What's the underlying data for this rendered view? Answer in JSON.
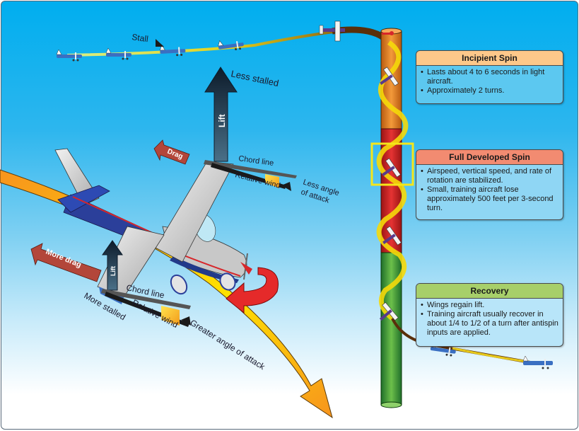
{
  "diagram": {
    "title": "Spin phases and wing stall asymmetry",
    "labels": {
      "stall": "Stall",
      "less_stalled": "Less stalled",
      "lift_upper": "Lift",
      "drag": "Drag",
      "chord_line_upper": "Chord line",
      "relative_wind_upper": "Relative wind",
      "less_angle_line1": "Less angle",
      "less_angle_line2": "of attack",
      "more_drag": "More drag",
      "lift_lower": "Lift",
      "chord_line_lower": "Chord line",
      "more_stalled": "More stalled",
      "relative_wind_lower": "Relative wind",
      "greater_angle": "Greater angle of attack"
    },
    "phases": [
      {
        "title": "Incipient Spin",
        "color": "#fdc88a",
        "bullets": [
          "Lasts about 4 to 6 seconds in light aircraft.",
          "Approximately 2 turns."
        ]
      },
      {
        "title": "Full Developed Spin",
        "color": "#f28b71",
        "bullets": [
          "Airspeed, vertical speed, and rate of rotation are stabilized.",
          "Small, training aircraft lose approximately 500 feet per 3-second turn."
        ]
      },
      {
        "title": "Recovery",
        "color": "#a7cf6a",
        "bullets": [
          "Wings regain lift.",
          "Training aircraft usually recover in about 1/4 to 1/2 of a turn after antispin inputs are applied."
        ]
      }
    ],
    "column_colors": {
      "incipient": "#e07b20",
      "developed": "#d7262a",
      "recovery": "#3a9a3a"
    },
    "highlight_color": "#f5e61a"
  }
}
